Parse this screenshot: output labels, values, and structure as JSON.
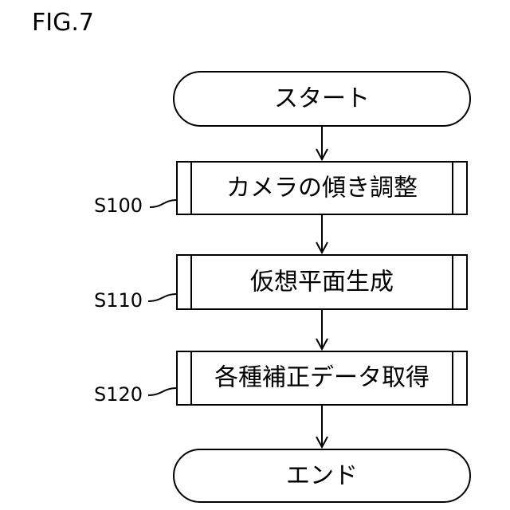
{
  "figure": {
    "label": "FIG.7"
  },
  "flowchart": {
    "start": "スタート",
    "steps": [
      {
        "id": "S100",
        "text": "カメラの傾き調整"
      },
      {
        "id": "S110",
        "text": "仮想平面生成"
      },
      {
        "id": "S120",
        "text": "各種補正データ取得"
      }
    ],
    "end": "エンド"
  }
}
